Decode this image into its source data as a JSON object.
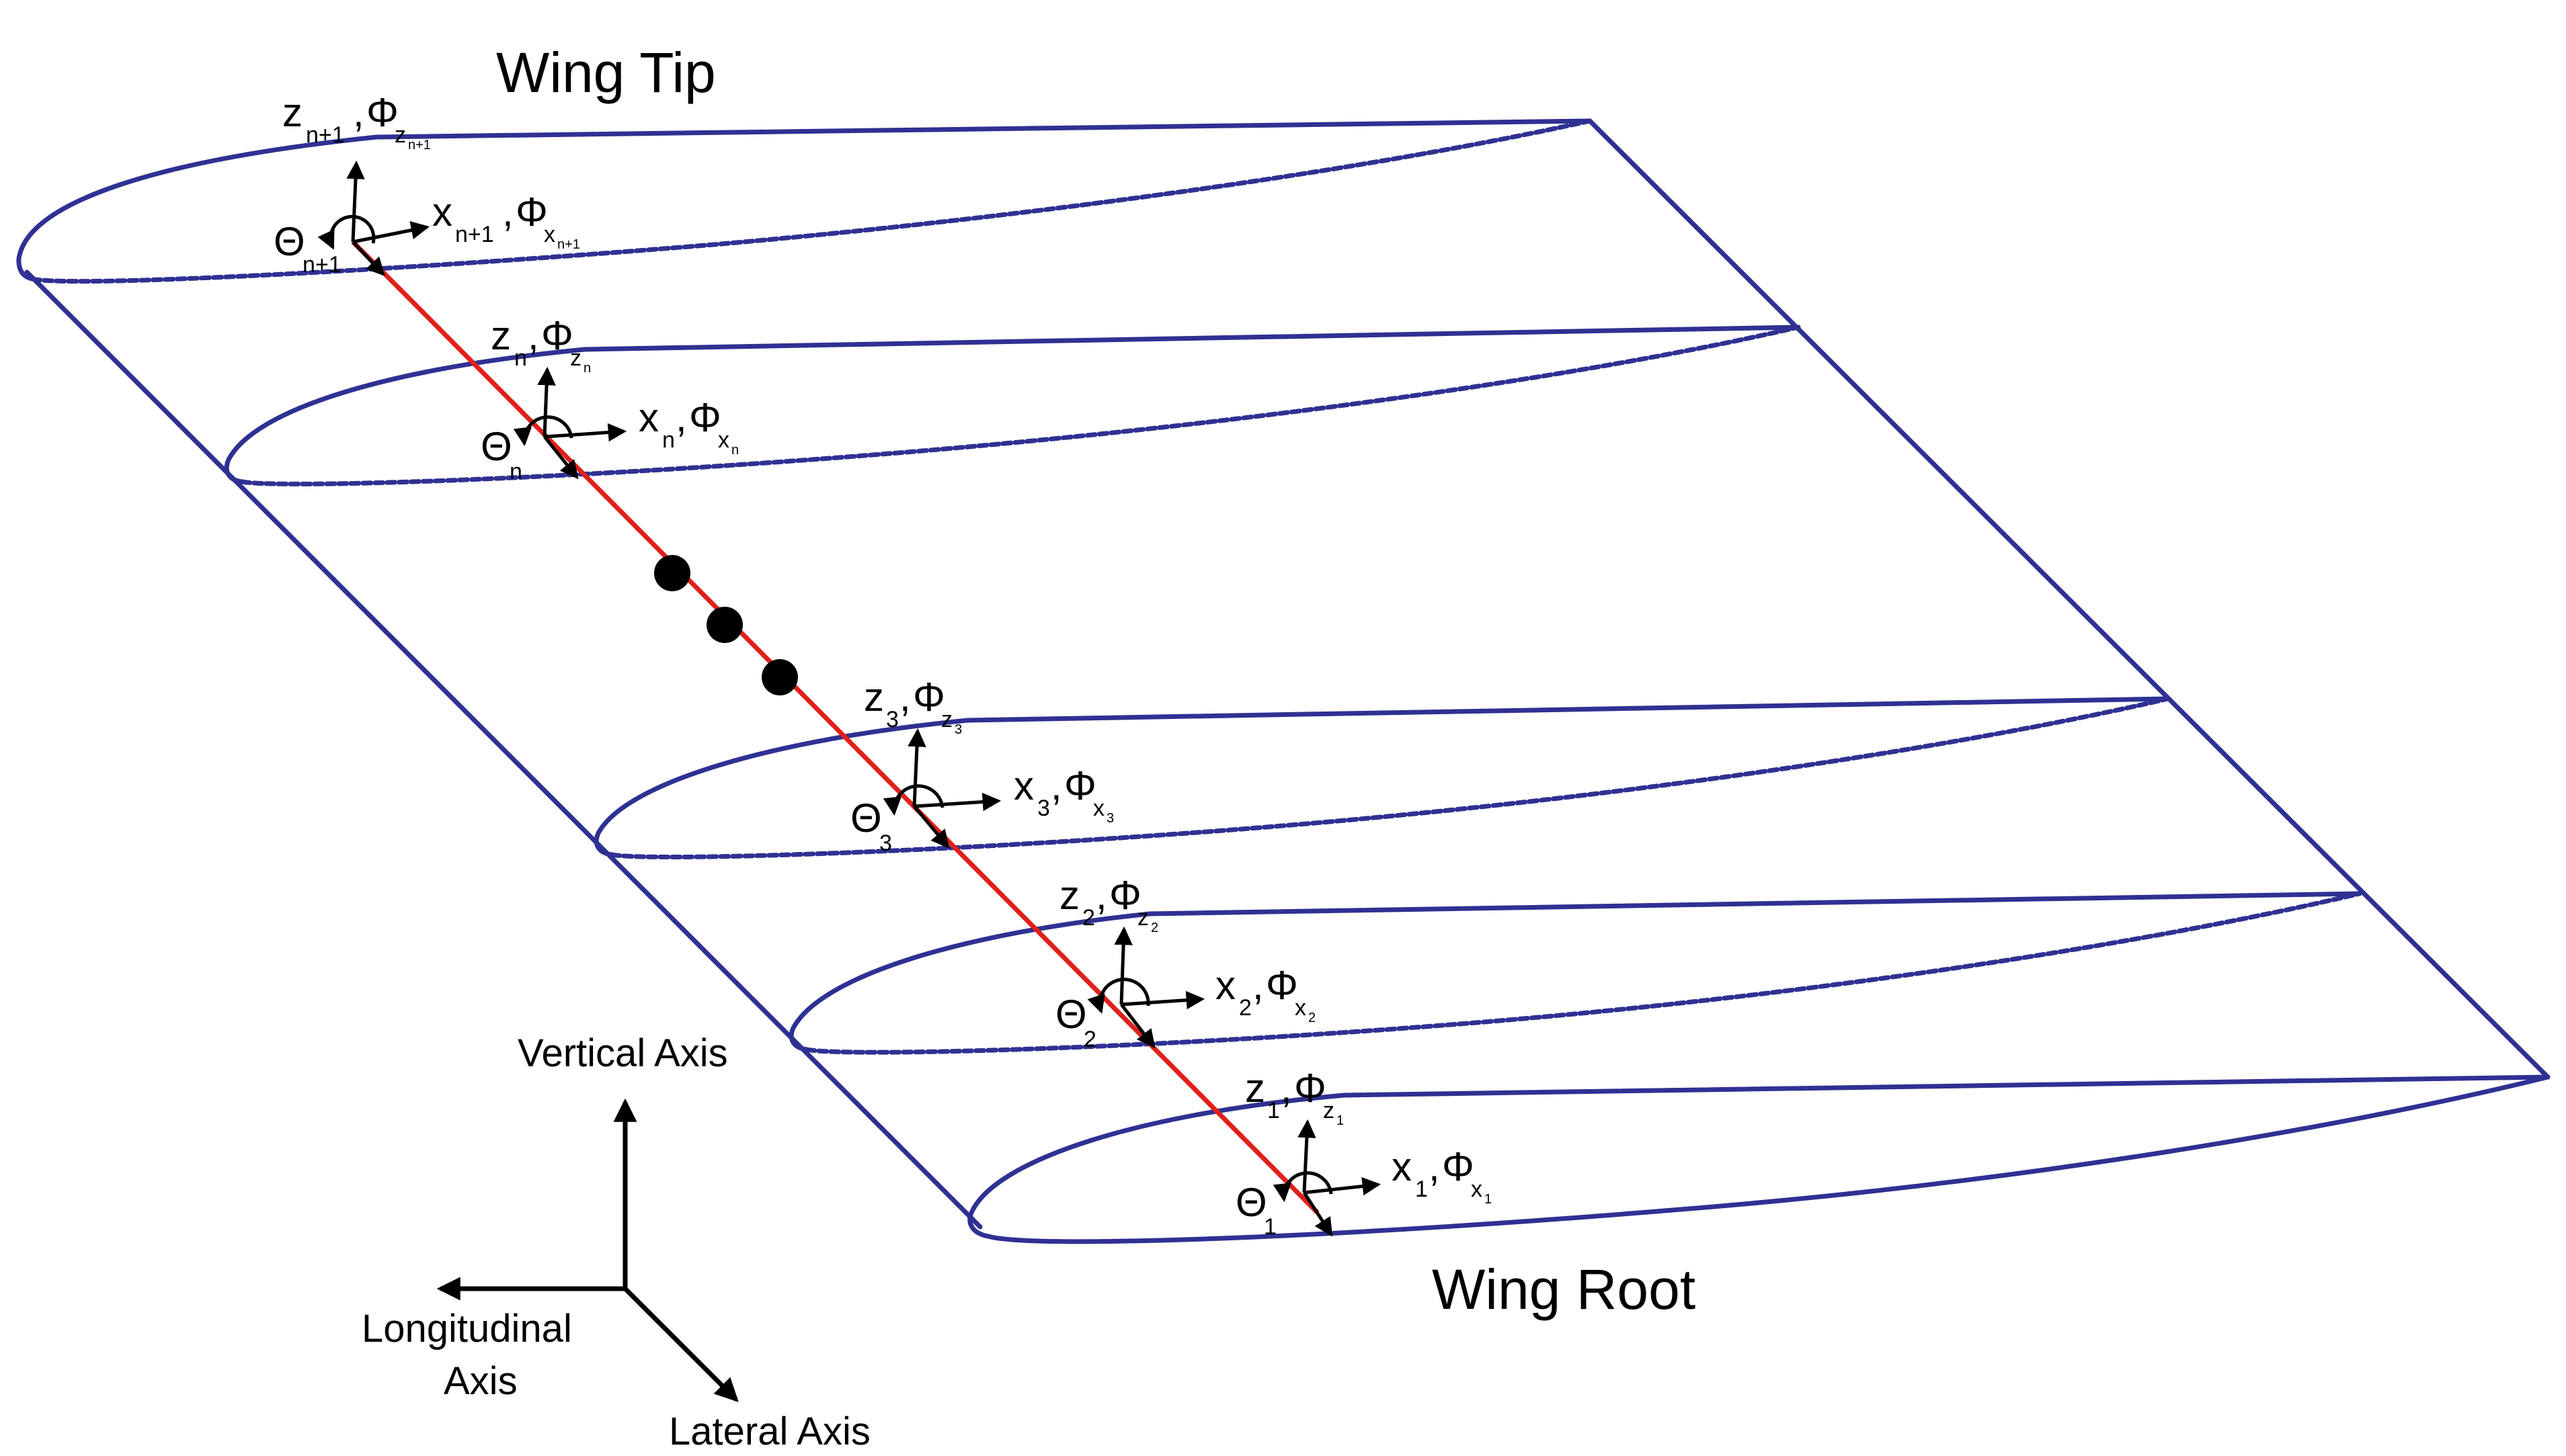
{
  "labels": {
    "wing_tip": "Wing Tip",
    "wing_root": "Wing Root"
  },
  "reference_axes": {
    "vertical": "Vertical Axis",
    "longitudinal_line1": "Longitudinal",
    "longitudinal_line2": "Axis",
    "lateral": "Lateral Axis"
  },
  "symbols": {
    "z": "z",
    "x": "x",
    "phi": "Φ",
    "theta": "Θ",
    "comma": ","
  },
  "nodes": [
    {
      "id": "n+1",
      "sub_z": "n+1",
      "sub_phi_z": "z",
      "subsub_phi_z": "n+1",
      "sub_x": "n+1",
      "sub_phi_x": "x",
      "subsub_phi_x": "n+1",
      "sub_theta": "n+1"
    },
    {
      "id": "n",
      "sub_z": "n",
      "sub_phi_z": "z",
      "subsub_phi_z": "n",
      "sub_x": "n",
      "sub_phi_x": "x",
      "subsub_phi_x": "n",
      "sub_theta": "n"
    },
    {
      "id": "3",
      "sub_z": "3",
      "sub_phi_z": "z",
      "subsub_phi_z": "3",
      "sub_x": "3",
      "sub_phi_x": "x",
      "subsub_phi_x": "3",
      "sub_theta": "3"
    },
    {
      "id": "2",
      "sub_z": "2",
      "sub_phi_z": "z",
      "subsub_phi_z": "2",
      "sub_x": "2",
      "sub_phi_x": "x",
      "subsub_phi_x": "2",
      "sub_theta": "2"
    },
    {
      "id": "1",
      "sub_z": "1",
      "sub_phi_z": "z",
      "subsub_phi_z": "1",
      "sub_x": "1",
      "sub_phi_x": "x",
      "subsub_phi_x": "1",
      "sub_theta": "1"
    }
  ],
  "colors": {
    "wing_outline": "#2e3192",
    "beam": "#e0201b",
    "ink": "#000000"
  }
}
